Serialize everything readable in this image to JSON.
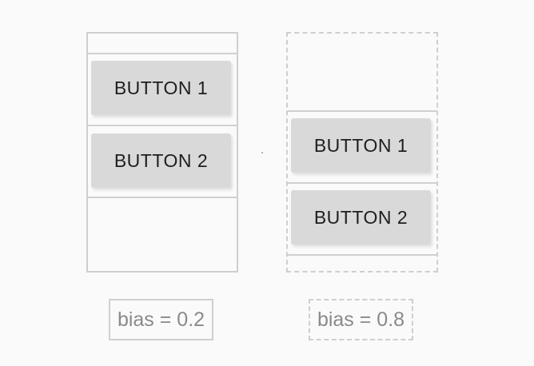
{
  "examples": [
    {
      "buttons": [
        {
          "label": "BUTTON 1"
        },
        {
          "label": "BUTTON 2"
        }
      ],
      "caption": "bias = 0.2",
      "bias": 0.2
    },
    {
      "buttons": [
        {
          "label": "BUTTON 1"
        },
        {
          "label": "BUTTON 2"
        }
      ],
      "caption": "bias = 0.8",
      "bias": 0.8
    }
  ],
  "colors": {
    "background": "#fafafa",
    "frame_border": "#cfcfcf",
    "button_fill": "#d9d9d9",
    "button_text": "#1e1e1e",
    "caption_text": "#8a8a8a"
  }
}
